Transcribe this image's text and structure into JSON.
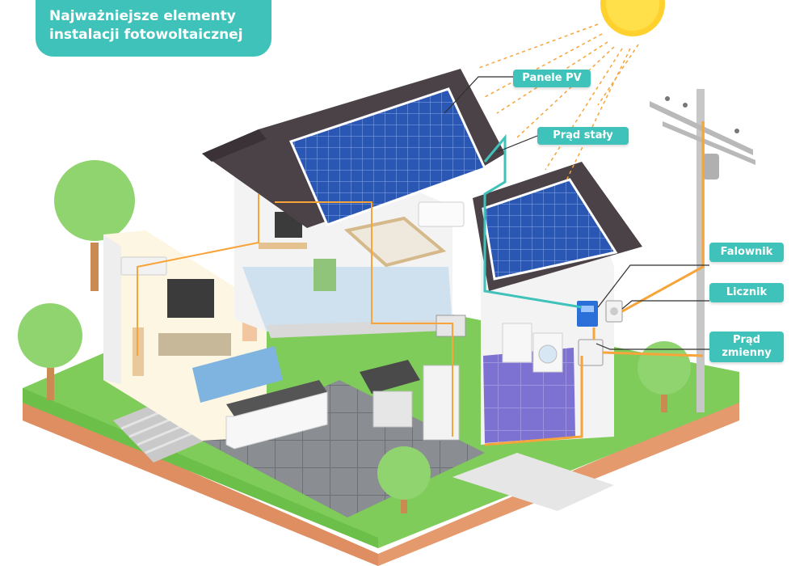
{
  "title": {
    "line1": "Najważniejsze elementy",
    "line2": "instalacji fotowoltaicznej"
  },
  "labels": {
    "panels": "Panele PV",
    "dc": "Prąd stały",
    "inverter": "Falownik",
    "meter": "Licznik",
    "ac_line1": "Prąd",
    "ac_line2": "zmienny"
  },
  "colors": {
    "accent": "#3fc2b9",
    "roof": "#4b4247",
    "panel": "#2b57b4",
    "cable": "#f7a43a",
    "grass": "#7fcc5a",
    "soil": "#e59a6e",
    "tree": "#8fd46e"
  }
}
